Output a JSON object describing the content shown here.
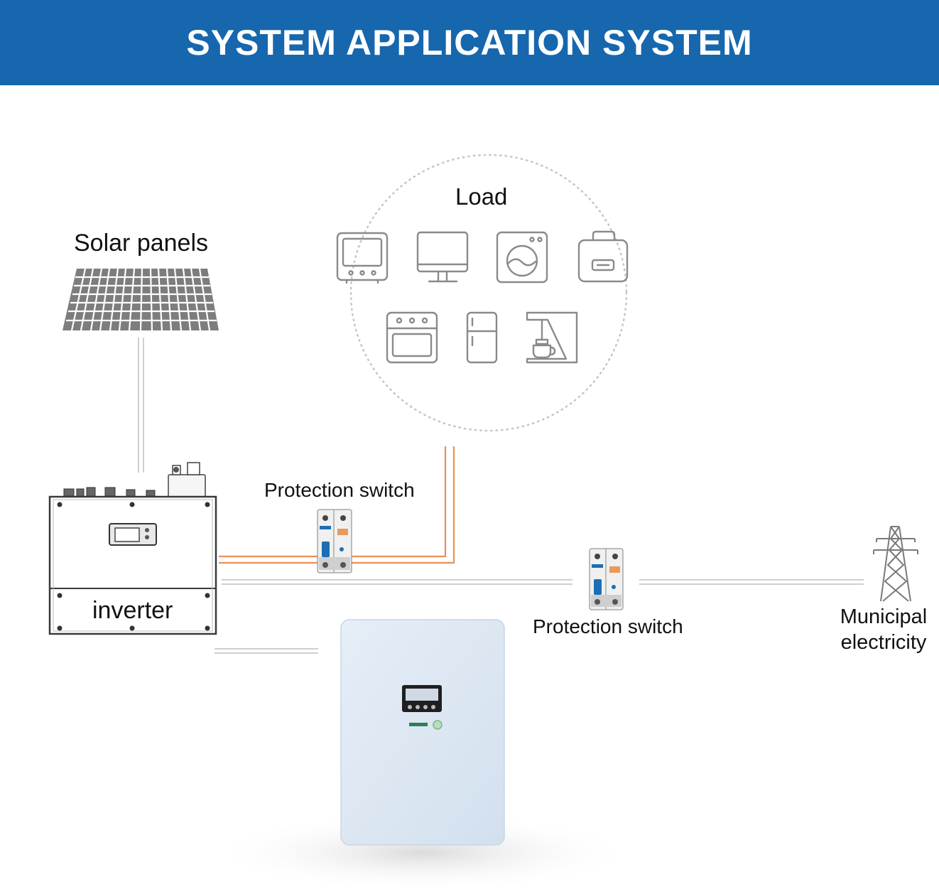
{
  "header": {
    "title": "SYSTEM APPLICATION SYSTEM",
    "background": "#1667ad",
    "text_color": "#ffffff"
  },
  "labels": {
    "load": "Load",
    "solar_panels": "Solar panels",
    "protection_switch_1": "Protection switch",
    "protection_switch_2": "Protection switch",
    "inverter": "inverter",
    "municipal_line1": "Municipal",
    "municipal_line2": "electricity"
  },
  "load_icons": [
    "tv-icon",
    "monitor-icon",
    "washing-machine-icon",
    "rice-cooker-icon",
    "oven-icon",
    "refrigerator-icon",
    "coffee-machine-icon"
  ],
  "components": [
    "solar-panel",
    "inverter",
    "protection-switch",
    "protection-switch",
    "power-pylon",
    "battery-unit"
  ],
  "colors": {
    "ac_wire": "#e8905a",
    "dc_wire": "#cccccc",
    "icon_stroke": "#8a8a8a",
    "battery_body": "#dce8f3"
  }
}
